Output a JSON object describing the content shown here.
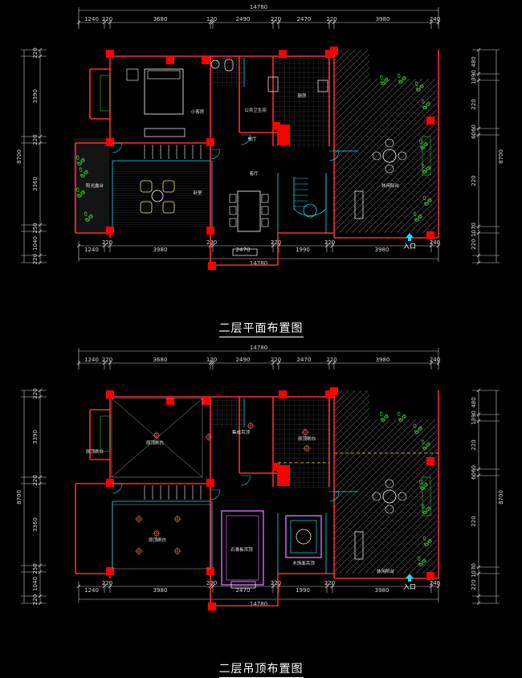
{
  "plans": [
    {
      "title": "二层平面布置图",
      "top_total": "14780",
      "top_dims": [
        "1240",
        "220",
        "3680",
        "120",
        "2490",
        "220",
        "2470",
        "220",
        "3980",
        "240"
      ],
      "bottom_total": "14780",
      "bottom_dims": [
        "1240",
        "220",
        "3980",
        "220",
        "2470",
        "220",
        "1990",
        "220",
        "3980",
        "240"
      ],
      "left_dims": [
        "220",
        "3390",
        "220",
        "3360",
        "250",
        "1040",
        "220"
      ],
      "right_dims": [
        "480",
        "1390",
        "220",
        "6060",
        "220",
        "1070",
        "220"
      ],
      "vertical_total": "8700",
      "right_total": "8700",
      "entry_label": "入口",
      "rooms": [
        "小客房",
        "公共卫生间",
        "厨房",
        "卧室",
        "客厅",
        "餐厅",
        "休闲阳台",
        "阳光露台"
      ]
    },
    {
      "title": "二层吊顶布置图",
      "top_total": "14780",
      "top_dims": [
        "1240",
        "220",
        "3680",
        "120",
        "2490",
        "220",
        "2470",
        "220",
        "3980",
        "240"
      ],
      "bottom_total": "14780",
      "bottom_dims": [
        "1240",
        "220",
        "3980",
        "220",
        "2470",
        "220",
        "1990",
        "220",
        "3980",
        "240"
      ],
      "left_dims": [
        "220",
        "3390",
        "220",
        "3360",
        "250",
        "1040",
        "220"
      ],
      "right_dims": [
        "480",
        "1390",
        "220",
        "6060",
        "220",
        "1070",
        "220"
      ],
      "vertical_total": "8700",
      "right_total": "8700",
      "entry_label": "入口",
      "rooms": [
        "原顶刷白",
        "集成吊顶",
        "原顶刷白",
        "石膏板吊顶",
        "原顶刷白",
        "木饰面吊顶",
        "休闲阳台",
        "原顶刷白"
      ]
    }
  ],
  "colors": {
    "wall": "#ff2a2a",
    "column": "#ff0000",
    "fixture": "#00e5ff",
    "furniture": "#ffffff",
    "plant": "#3cc43c",
    "floor": "#7a6060",
    "dim": "#cfcfcf"
  }
}
